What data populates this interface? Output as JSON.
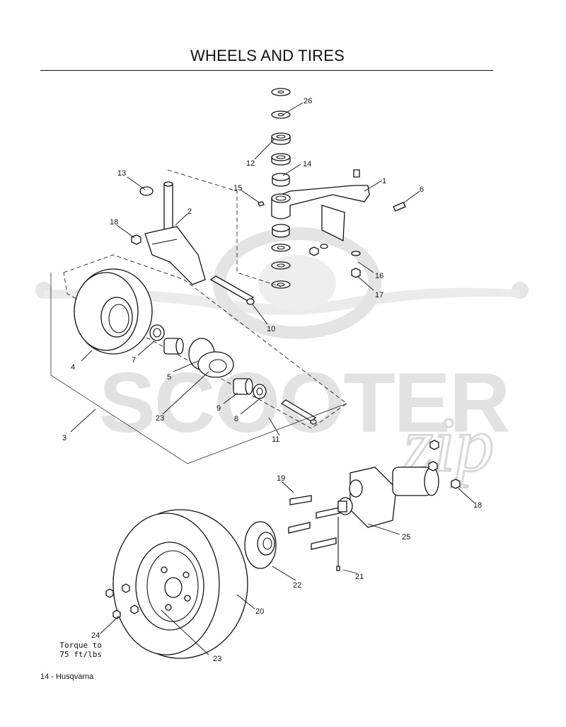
{
  "page": {
    "title": "WHEELS AND TIRES",
    "footer": "14 - Husqvarna",
    "watermark_text": "SCOOTER",
    "watermark_script": "zip",
    "torque_note": "Torque to\n75 ft/lbs"
  },
  "callouts": {
    "c1": "1",
    "c2": "2",
    "c3": "3",
    "c4": "4",
    "c5": "5",
    "c6": "6",
    "c7": "7",
    "c8": "8",
    "c9": "9",
    "c10": "10",
    "c11": "11",
    "c12": "12",
    "c13": "13",
    "c14": "14",
    "c15": "15",
    "c16": "16",
    "c17": "17",
    "c18a": "18",
    "c18b": "18",
    "c19": "19",
    "c20": "20",
    "c21": "21",
    "c22": "22",
    "c23a": "23",
    "c23b": "23",
    "c24": "24",
    "c25": "25",
    "c26": "26"
  }
}
